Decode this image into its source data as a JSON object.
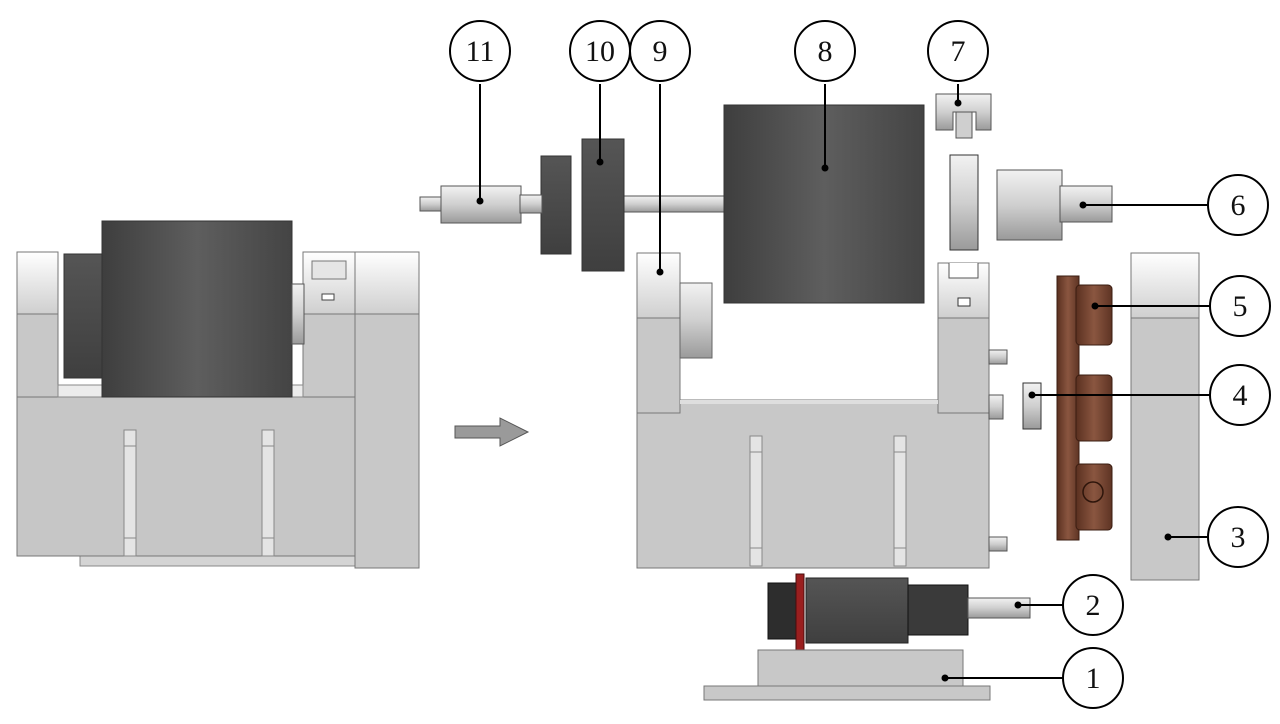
{
  "figure": {
    "description_label": "Exploded assembly view of roller mechanism",
    "callouts": [
      {
        "id": "c1",
        "label": "1",
        "part": "base-plate"
      },
      {
        "id": "c2",
        "label": "2",
        "part": "geared-motor"
      },
      {
        "id": "c3",
        "label": "3",
        "part": "side-cover"
      },
      {
        "id": "c4",
        "label": "4",
        "part": "small-gear"
      },
      {
        "id": "c5",
        "label": "5",
        "part": "large-gear"
      },
      {
        "id": "c6",
        "label": "6",
        "part": "bearing-shaft-right"
      },
      {
        "id": "c7",
        "label": "7",
        "part": "clip"
      },
      {
        "id": "c8",
        "label": "8",
        "part": "roller-drum"
      },
      {
        "id": "c9",
        "label": "9",
        "part": "u-frame"
      },
      {
        "id": "c10",
        "label": "10",
        "part": "drum-flange"
      },
      {
        "id": "c11",
        "label": "11",
        "part": "bearing-shaft-left"
      }
    ]
  },
  "colors": {
    "frame": "#c8c8c8",
    "drum": "#4f4f4f",
    "gear": "#7a4a35",
    "outline": "#2a2a2a",
    "arrow": "#909090"
  }
}
